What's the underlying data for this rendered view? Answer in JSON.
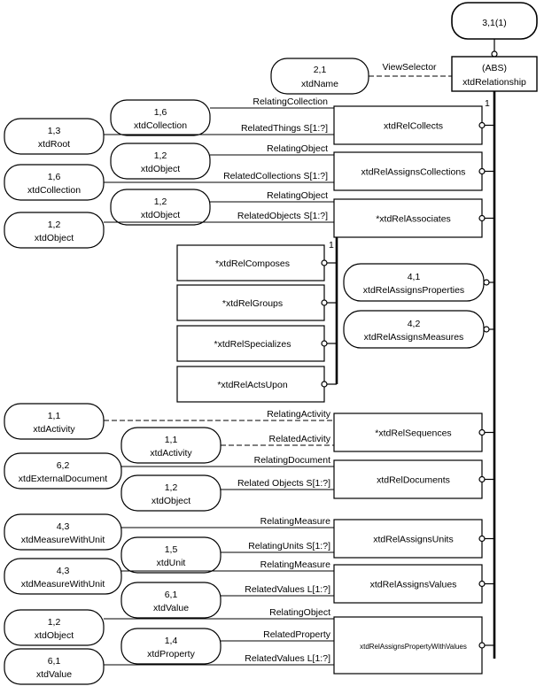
{
  "root": {
    "top": "3,1(1)",
    "abs": "(ABS)",
    "name": "xtdRelationship",
    "cardinality": "1"
  },
  "view_selector": {
    "ref": "2,1",
    "name": "xtdName",
    "label": "ViewSelector"
  },
  "relationships": [
    {
      "name": "xtdRelCollects",
      "attrs": [
        {
          "label": "RelatingCollection",
          "ref": "1,6",
          "target": "xtdCollection"
        },
        {
          "label": "RelatedThings S[1:?]",
          "ref": "1,3",
          "target": "xtdRoot"
        }
      ]
    },
    {
      "name": "xtdRelAssignsCollections",
      "attrs": [
        {
          "label": "RelatingObject",
          "ref": "1,2",
          "target": "xtdObject"
        },
        {
          "label": "RelatedCollections S[1:?]",
          "ref": "1,6",
          "target": "xtdCollection"
        }
      ]
    },
    {
      "name": "*xtdRelAssociates",
      "attrs": [
        {
          "label": "RelatingObject",
          "ref": "1,2",
          "target": "xtdObject"
        },
        {
          "label": "RelatedObjects S[1:?]",
          "ref": "1,2",
          "target": "xtdObject"
        }
      ]
    },
    {
      "name": "*xtdRelSequences",
      "attrs": [
        {
          "label": "RelatingActivity",
          "ref": "1,1",
          "target": "xtdActivity"
        },
        {
          "label": "RelatedActivity",
          "ref": "1,1",
          "target": "xtdActivity"
        }
      ]
    },
    {
      "name": "xtdRelDocuments",
      "attrs": [
        {
          "label": "RelatingDocument",
          "ref": "6,2",
          "target": "xtdExternalDocument"
        },
        {
          "label": "Related Objects S[1:?]",
          "ref": "1,2",
          "target": "xtdObject"
        }
      ]
    },
    {
      "name": "xtdRelAssignsUnits",
      "attrs": [
        {
          "label": "RelatingMeasure",
          "ref": "4,3",
          "target": "xtdMeasureWithUnit"
        },
        {
          "label": "RelatingUnits S[1:?]",
          "ref": "1,5",
          "target": "xtdUnit"
        }
      ]
    },
    {
      "name": "xtdRelAssignsValues",
      "attrs": [
        {
          "label": "RelatingMeasure",
          "ref": "4,3",
          "target": "xtdMeasureWithUnit"
        },
        {
          "label": "RelatedValues L[1:?]",
          "ref": "6,1",
          "target": "xtdValue"
        }
      ]
    },
    {
      "name": "xtdRelAssignsPropertyWithValues",
      "attrs": [
        {
          "label": "RelatingObject",
          "ref": "1,2",
          "target": "xtdObject"
        },
        {
          "label": "RelatedProperty",
          "ref": "1,4",
          "target": "xtdProperty"
        },
        {
          "label": "RelatedValues L[1:?]",
          "ref": "6,1",
          "target": "xtdValue"
        }
      ]
    }
  ],
  "associates_subtypes": {
    "cardinality": "1",
    "items": [
      "*xtdRelComposes",
      "*xtdRelGroups",
      "*xtdRelSpecializes",
      "*xtdRelActsUpon"
    ]
  },
  "page_refs": [
    {
      "ref": "4,1",
      "name": "xtdRelAssignsProperties"
    },
    {
      "ref": "4,2",
      "name": "xtdRelAssignsMeasures"
    }
  ]
}
